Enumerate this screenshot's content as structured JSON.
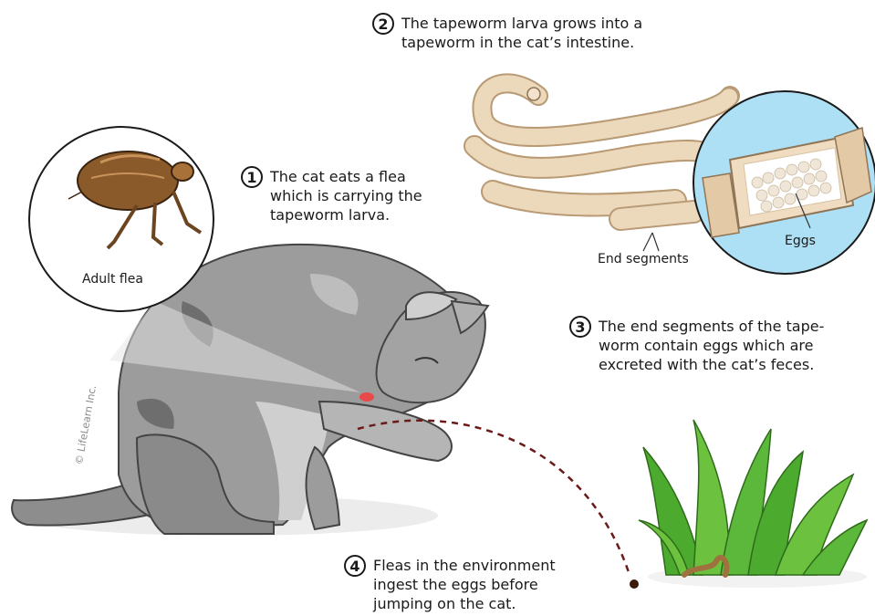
{
  "steps": [
    {
      "num": "1",
      "text": "The cat eats a flea\nwhich is carrying the\ntapeworm larva."
    },
    {
      "num": "2",
      "text": "The tapeworm larva grows into a\ntapeworm in the cat’s intestine."
    },
    {
      "num": "3",
      "text": "The end segments of the tape-\nworm contain eggs which are\nexcreted with the cat’s feces."
    },
    {
      "num": "4",
      "text": "Fleas in the environment\ningest the eggs before\njumping on the cat."
    }
  ],
  "labels": {
    "adult_flea": "Adult flea",
    "end_segments": "End segments",
    "eggs": "Eggs"
  },
  "copyright": "© LifeLearn Inc.",
  "colors": {
    "cat_gray": "#9a9a9a",
    "cat_dark": "#6e6e6e",
    "tapeworm": "#e9d3b4",
    "flea_brown": "#8b5a2b",
    "grass_green": "#5cb83a",
    "lens_blue": "#aee0f5",
    "path_red": "#6b1a1a"
  }
}
